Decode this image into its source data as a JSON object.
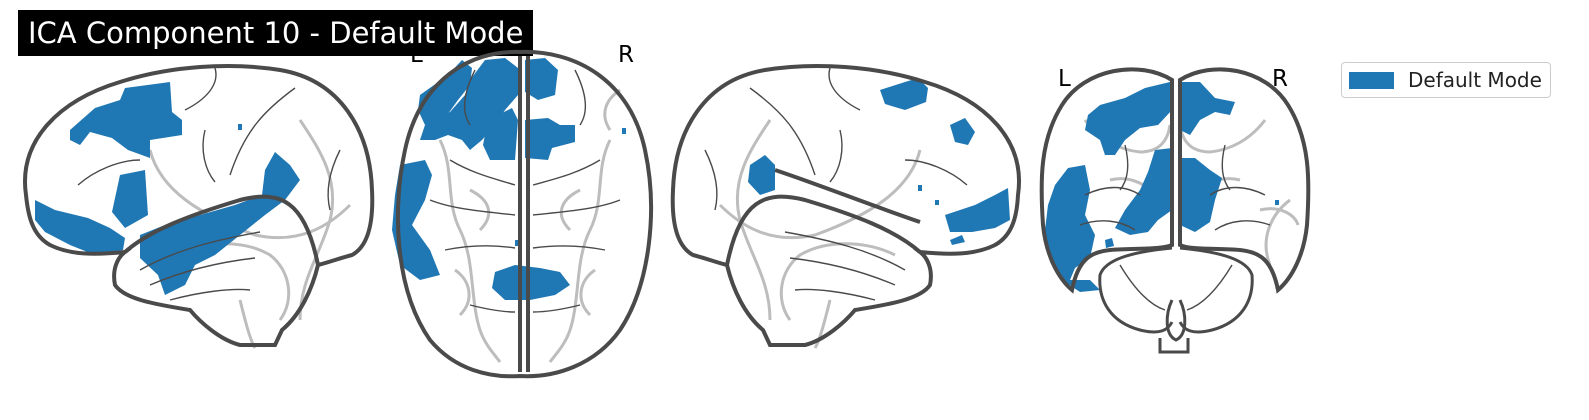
{
  "figure": {
    "title": "ICA Component 10 - Default Mode",
    "views": [
      {
        "name": "sagittal-left",
        "labels": []
      },
      {
        "name": "axial",
        "labels": [
          "L",
          "R"
        ]
      },
      {
        "name": "sagittal-right",
        "labels": []
      },
      {
        "name": "coronal",
        "labels": [
          "L",
          "R"
        ]
      }
    ],
    "legend": [
      {
        "label": "Default Mode",
        "color": "#1f77b4"
      }
    ],
    "colors": {
      "overlay": "#1f77b4",
      "outline": "#4a4a4a",
      "structure": "#bdbdbd"
    }
  }
}
